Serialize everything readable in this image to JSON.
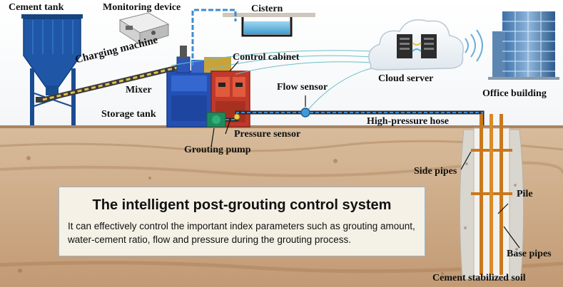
{
  "labels": {
    "cement_tank": "Cement tank",
    "monitoring_device": "Monitoring device",
    "cistern": "Cistern",
    "charging_machine": "Charging machine",
    "control_cabinet": "Control cabinet",
    "mixer": "Mixer",
    "storage_tank": "Storage tank",
    "flow_sensor": "Flow sensor",
    "pressure_sensor": "Pressure sensor",
    "grouting_pump": "Grouting pump",
    "high_pressure_hose": "High-pressure hose",
    "cloud_server": "Cloud server",
    "office_building": "Office building",
    "side_pipes": "Side pipes",
    "pile": "Pile",
    "base_pipes": "Base pipes",
    "cement_stabilized_soil": "Cement stabilized soil"
  },
  "info": {
    "title": "The intelligent post-grouting control system",
    "description": "It can effectively control the important index parameters such as grouting amount, water-cement ratio, flow and pressure during the grouting process."
  },
  "colors": {
    "soil": "#c9a582",
    "tank": "#1f57a6",
    "pipe_copper": "#c9781e",
    "hose_blue": "#3f8bd0",
    "cabinet_red": "#c0392b"
  },
  "icons": {
    "wireless": "wifi-signal-icon",
    "server": "server-icon",
    "building": "office-building-icon"
  }
}
